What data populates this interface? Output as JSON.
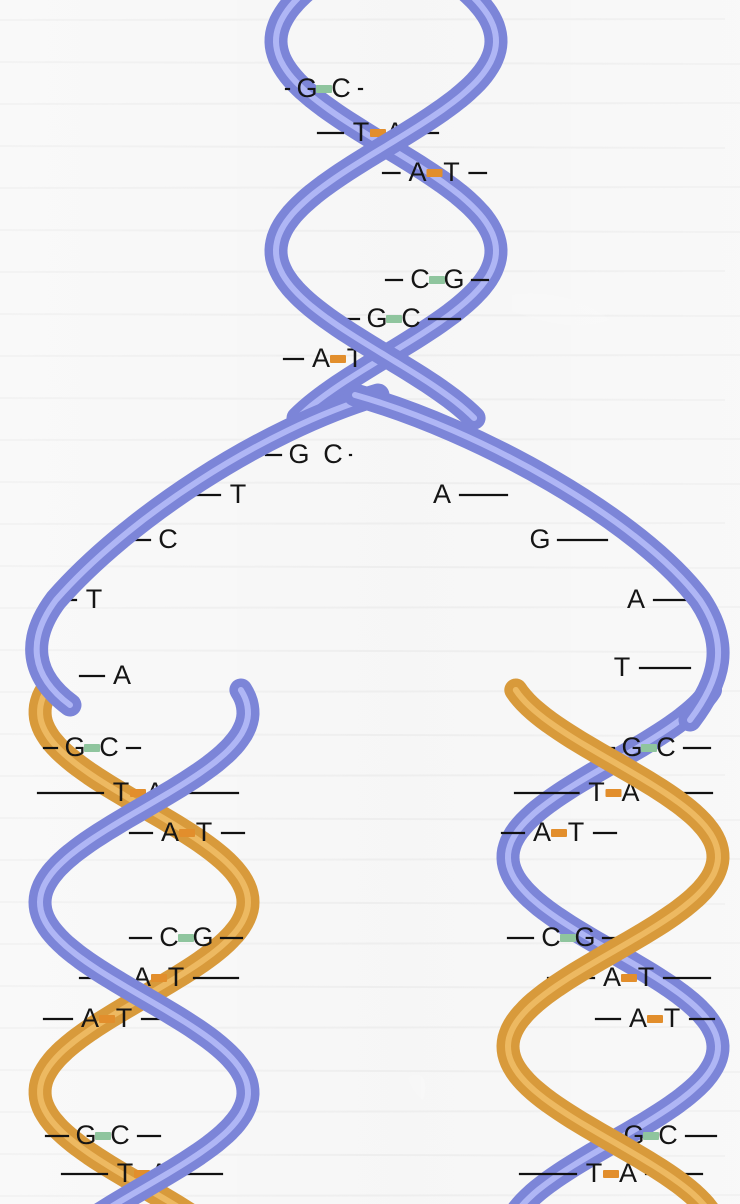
{
  "diagram": {
    "colors": {
      "parent_strand": "#7c85d8",
      "new_strand": "#d89a3b",
      "gc_bond": "#8fc59e",
      "at_bond": "#e28e2c",
      "text": "#151515",
      "background": "#f6f6f6"
    },
    "parent_helix": {
      "pairs": [
        {
          "left": "G",
          "right": "C"
        },
        {
          "left": "T",
          "right": "A"
        },
        {
          "left": "A",
          "right": "T"
        },
        {
          "left": "C",
          "right": "G"
        },
        {
          "left": "G",
          "right": "C"
        },
        {
          "left": "A",
          "right": "T"
        }
      ]
    },
    "unpaired_left_strand": [
      "G",
      "T",
      "C",
      "T",
      "A"
    ],
    "unpaired_right_strand": [
      "C",
      "A",
      "G",
      "A",
      "T"
    ],
    "left_daughter": {
      "pairs": [
        {
          "left": "G",
          "right": "C"
        },
        {
          "left": "T",
          "right": "A"
        },
        {
          "left": "A",
          "right": "T"
        },
        {
          "left": "C",
          "right": "G"
        },
        {
          "left": "A",
          "right": "T"
        },
        {
          "left": "A",
          "right": "T"
        },
        {
          "left": "G",
          "right": "C"
        },
        {
          "left": "T",
          "right": "A"
        }
      ]
    },
    "right_daughter": {
      "pairs": [
        {
          "left": "G",
          "right": "C"
        },
        {
          "left": "T",
          "right": "A"
        },
        {
          "left": "A",
          "right": "T"
        },
        {
          "left": "C",
          "right": "G"
        },
        {
          "left": "A",
          "right": "T"
        },
        {
          "left": "A",
          "right": "T"
        },
        {
          "left": "G",
          "right": "C"
        },
        {
          "left": "T",
          "right": "A"
        }
      ]
    }
  }
}
